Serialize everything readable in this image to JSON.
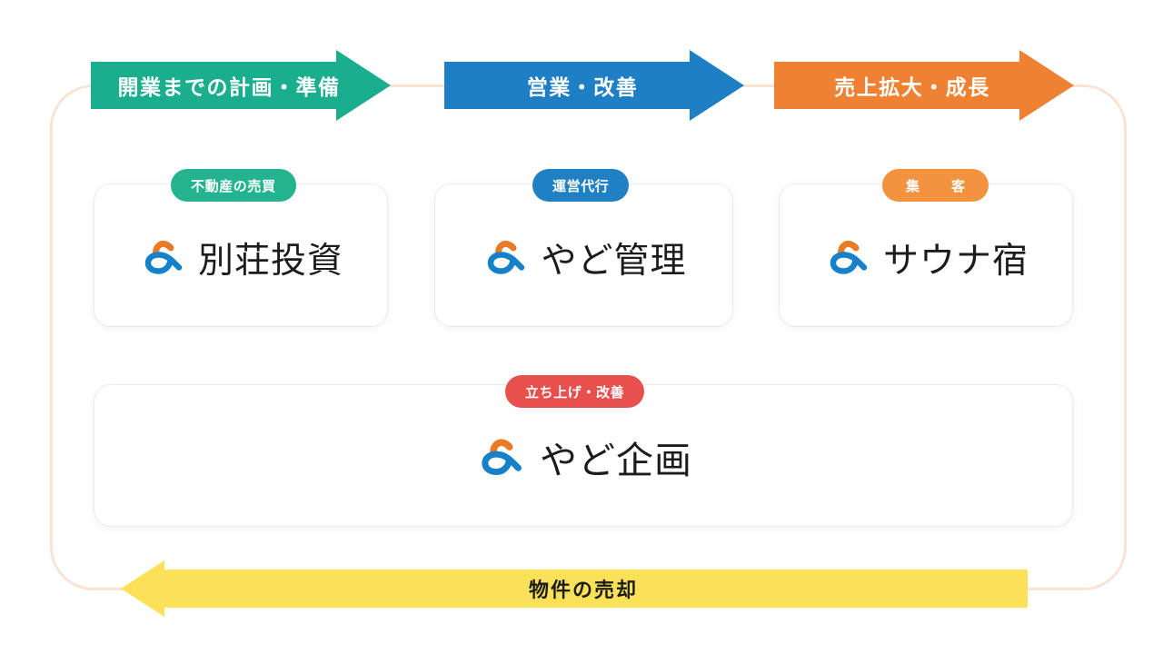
{
  "diagram": {
    "frame_color": "#FAE3D3",
    "phases": [
      {
        "label": "開業までの計画・準備",
        "color": "#1BAE8E",
        "name": "phase-planning"
      },
      {
        "label": "営業・改善",
        "color": "#1E7FC4",
        "name": "phase-operations"
      },
      {
        "label": "売上拡大・成長",
        "color": "#EF8133",
        "name": "phase-growth"
      }
    ],
    "services": [
      {
        "badge": "不動産の売買",
        "badge_color": "#23B48F",
        "brand": "別荘投資",
        "logo": "ampersand-logo-icon"
      },
      {
        "badge": "運営代行",
        "badge_color": "#2080C4",
        "brand": "やど管理",
        "logo": "ampersand-logo-icon"
      },
      {
        "badge": "集　客",
        "badge_color": "#F3933F",
        "brand": "サウナ宿",
        "logo": "ampersand-logo-icon"
      }
    ],
    "wide_service": {
      "badge": "立ち上げ・改善",
      "badge_color": "#E8504E",
      "brand": "やど企画",
      "logo": "ampersand-logo-icon"
    },
    "return_arrow": {
      "label": "物件の売却",
      "color": "#FBE158",
      "text_color": "#1c1c1c"
    }
  }
}
